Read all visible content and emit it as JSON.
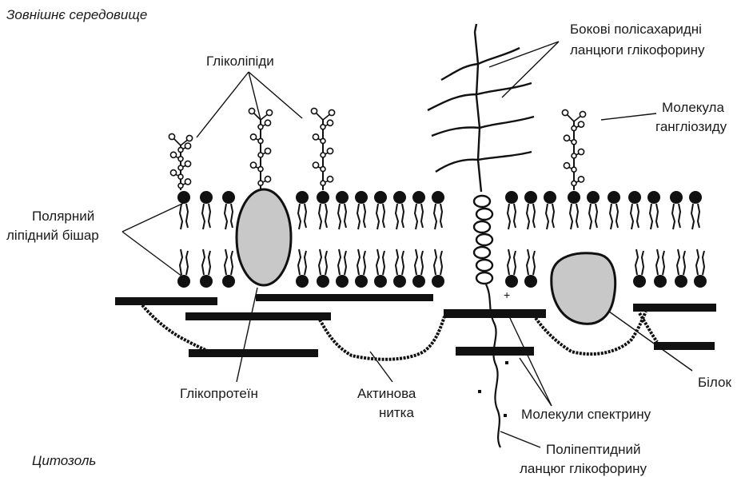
{
  "regions": {
    "outside": "Зовнішнє середовище",
    "cytosol": "Цитозоль"
  },
  "labels": {
    "glycolipids": "Гліколіпіди",
    "side_chains_1": "Бокові полісахаридні",
    "side_chains_2": "ланцюги глікофорину",
    "ganglioside_1": "Молекула",
    "ganglioside_2": "гангліозиду",
    "bilayer_1": "Полярний",
    "bilayer_2": "ліпідний бішар",
    "glycoprotein": "Глікопротеїн",
    "actin_1": "Актинова",
    "actin_2": "нитка",
    "spectrin": "Молекули спектрину",
    "protein": "Білок",
    "polypeptide_1": "Поліпептидний",
    "polypeptide_2": "ланцюг глікофорину"
  },
  "colors": {
    "ink": "#111111",
    "protein_fill": "#c8c8c8"
  }
}
